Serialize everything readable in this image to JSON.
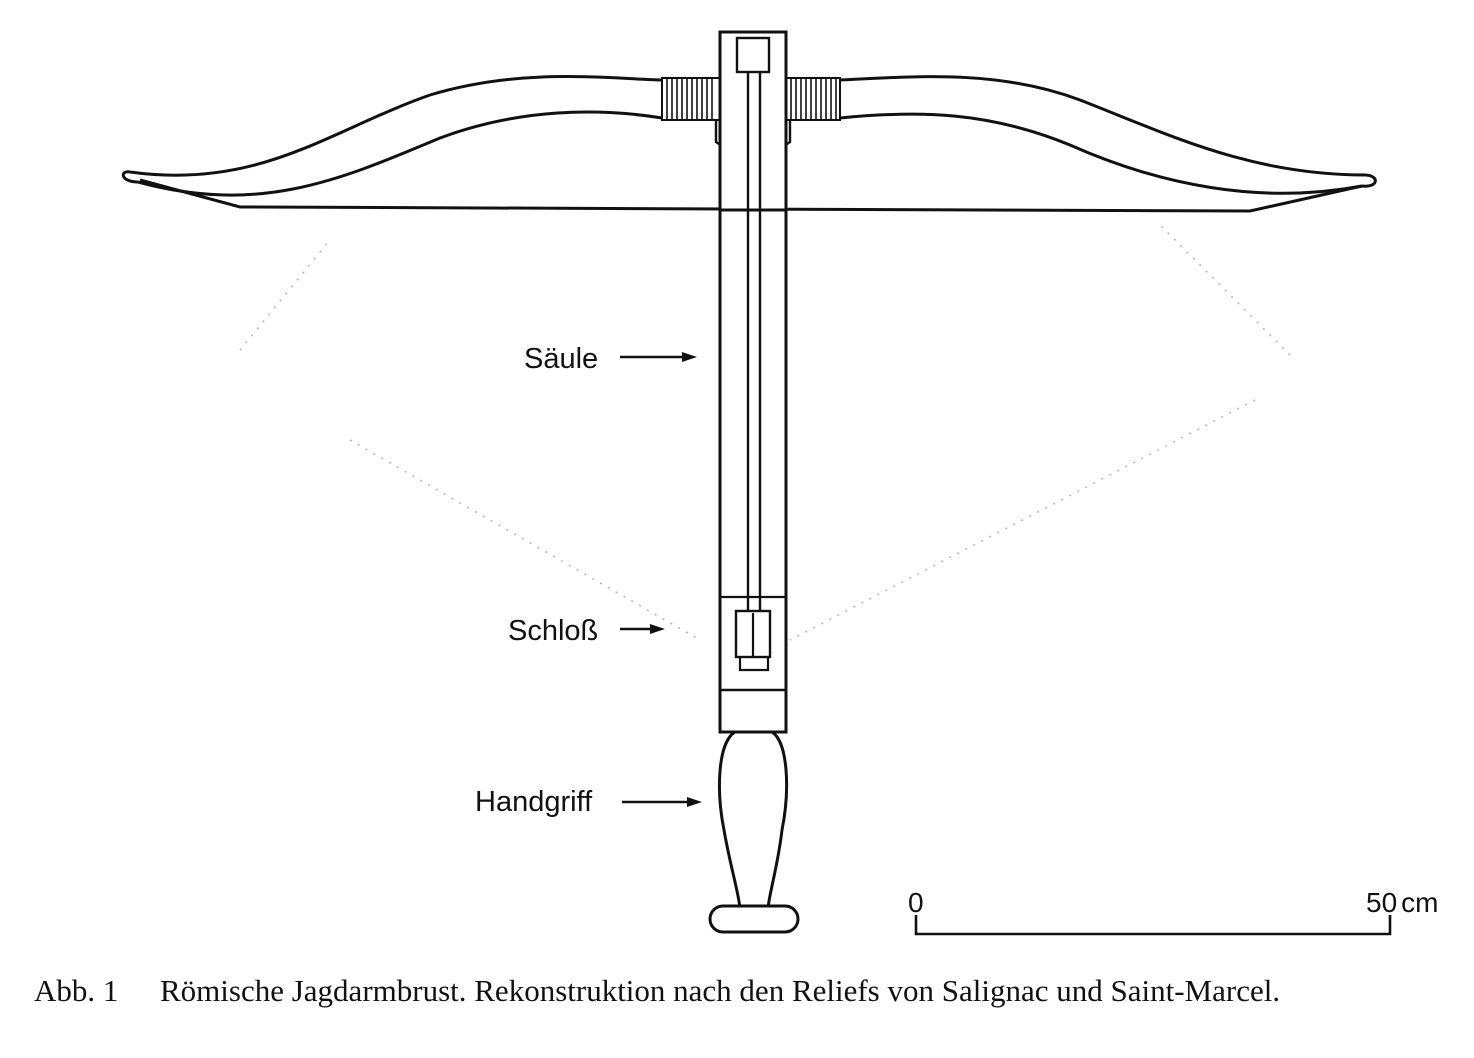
{
  "labels": {
    "saeule": "Säule",
    "schloss": "Schloß",
    "handgriff": "Handgriff"
  },
  "scale_bar": {
    "start": "0",
    "end": "50",
    "unit": "cm"
  },
  "caption": {
    "number": "Abb. 1",
    "text": "Römische Jagdarmbrust. Rekonstruktion nach den Reliefs von Salignac und Saint-Marcel."
  }
}
